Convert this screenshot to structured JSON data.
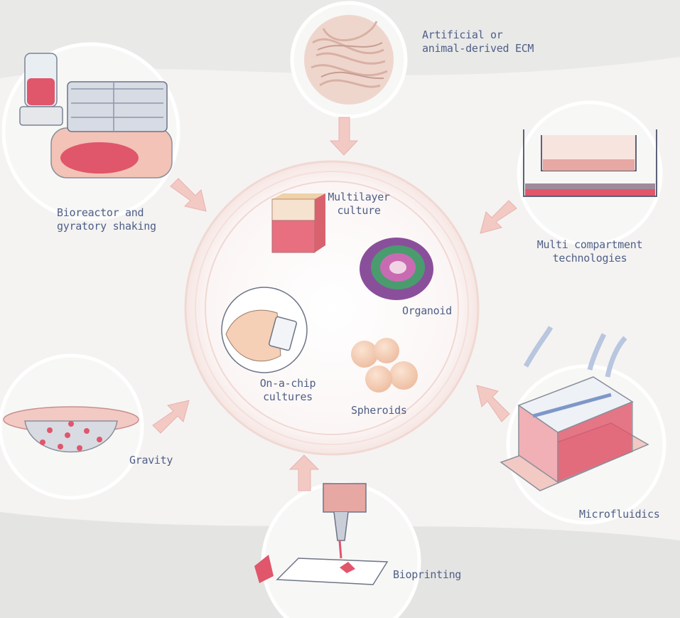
{
  "methods": {
    "ecm": {
      "line1": "Artificial or",
      "line2": "animal-derived ECM"
    },
    "bioreactor": {
      "line1": "Bioreactor and",
      "line2": "gyratory shaking"
    },
    "multi_compartment": {
      "line1": "Multi compartment",
      "line2": "technologies"
    },
    "gravity": {
      "label": "Gravity"
    },
    "microfluidics": {
      "label": "Microfluidics"
    },
    "bioprinting": {
      "label": "Bioprinting"
    }
  },
  "culture_models": {
    "multilayer": {
      "line1": "Multilayer",
      "line2": "culture"
    },
    "organoid": {
      "label": "Organoid"
    },
    "on_a_chip": {
      "line1": "On-a-chip",
      "line2": "cultures"
    },
    "spheroids": {
      "label": "Spheroids"
    }
  },
  "colors": {
    "background": "#e9e9e8",
    "band": "#f4f3f2",
    "arrow": "#f3c9c4",
    "accent_pink": "#e0566b",
    "ring": "#f1d8d3",
    "label_text": "#4f5f86"
  }
}
